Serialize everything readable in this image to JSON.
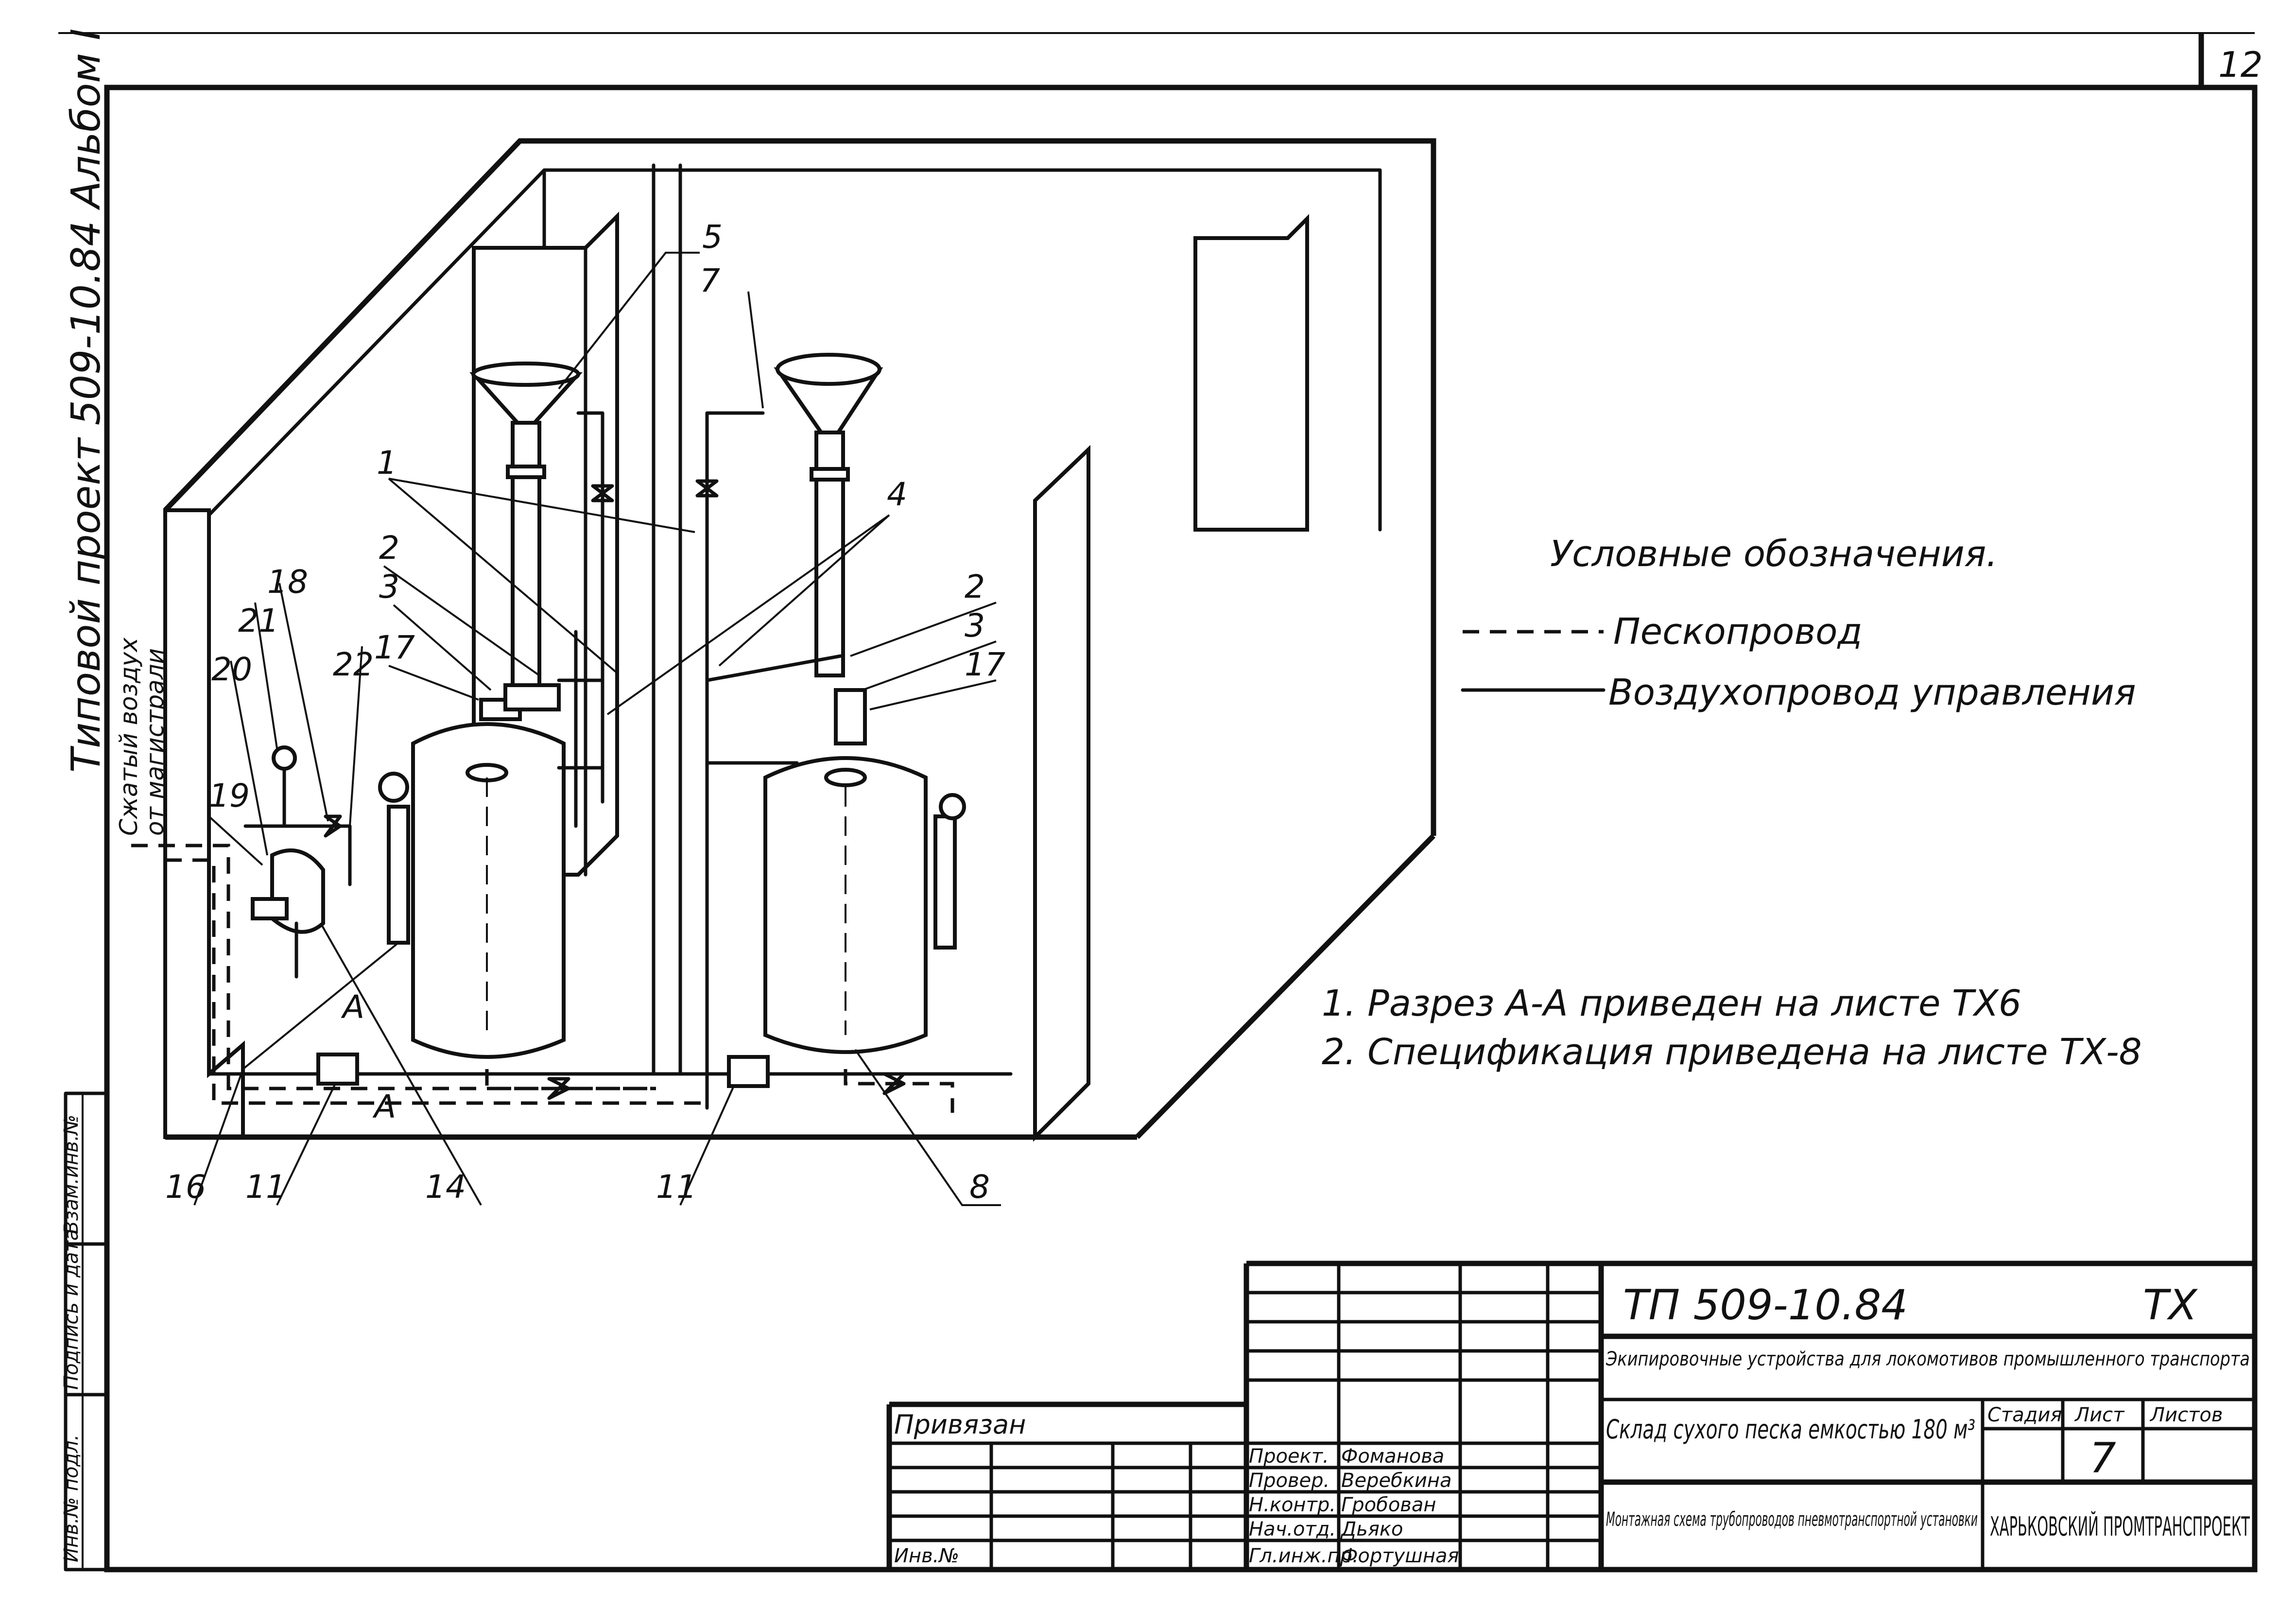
{
  "sheet": {
    "page_number": "12",
    "album_vertical": "Типовой проект 509-10.84 Альбом I",
    "input_label_line1": "Сжатый воздух",
    "input_label_line2": "от магистрали"
  },
  "callouts": [
    "1",
    "2",
    "3",
    "4",
    "5",
    "7",
    "8",
    "11",
    "14",
    "16",
    "17",
    "18",
    "19",
    "20",
    "21",
    "22",
    "A"
  ],
  "legend": {
    "title": "Условные обозначения.",
    "items": [
      {
        "line": "dashed",
        "label": "Пескопровод"
      },
      {
        "line": "solid",
        "label": "Воздухопровод управления"
      }
    ]
  },
  "notes": [
    "1. Разрез А-А приведен на листе ТХ6",
    "2. Спецификация приведена на листе ТХ-8"
  ],
  "side_stamp": [
    "Инв.№ подл.",
    "Подпись и дата",
    "Взам.инв.№"
  ],
  "title_block": {
    "code": "ТП 509-10.84",
    "mark": "ТХ",
    "project_title": "Экипировочные устройства для локомотивов промышленного транспорта",
    "object_name": "Склад сухого песка емкостью 180 м³",
    "drawing_name": "Монтажная схема трубопроводов пневмотранспортной установки",
    "bound_label": "Привязан",
    "inv_label": "Инв.№",
    "col_stage": "Стадия",
    "col_sheet": "Лист",
    "col_sheets": "Листов",
    "sheet_value": "7",
    "organization": "ХАРЬКОВСКИЙ ПРОМТРАНСПРОЕКТ",
    "roles": [
      {
        "role": "Проект.",
        "name": "Фоманова"
      },
      {
        "role": "Провер.",
        "name": "Веребкина"
      },
      {
        "role": "Н.контр.",
        "name": "Гробован"
      },
      {
        "role": "Нач.отд.",
        "name": "Дьяко"
      },
      {
        "role": "Гл.инж.пр.",
        "name": "Фортушная"
      }
    ]
  }
}
